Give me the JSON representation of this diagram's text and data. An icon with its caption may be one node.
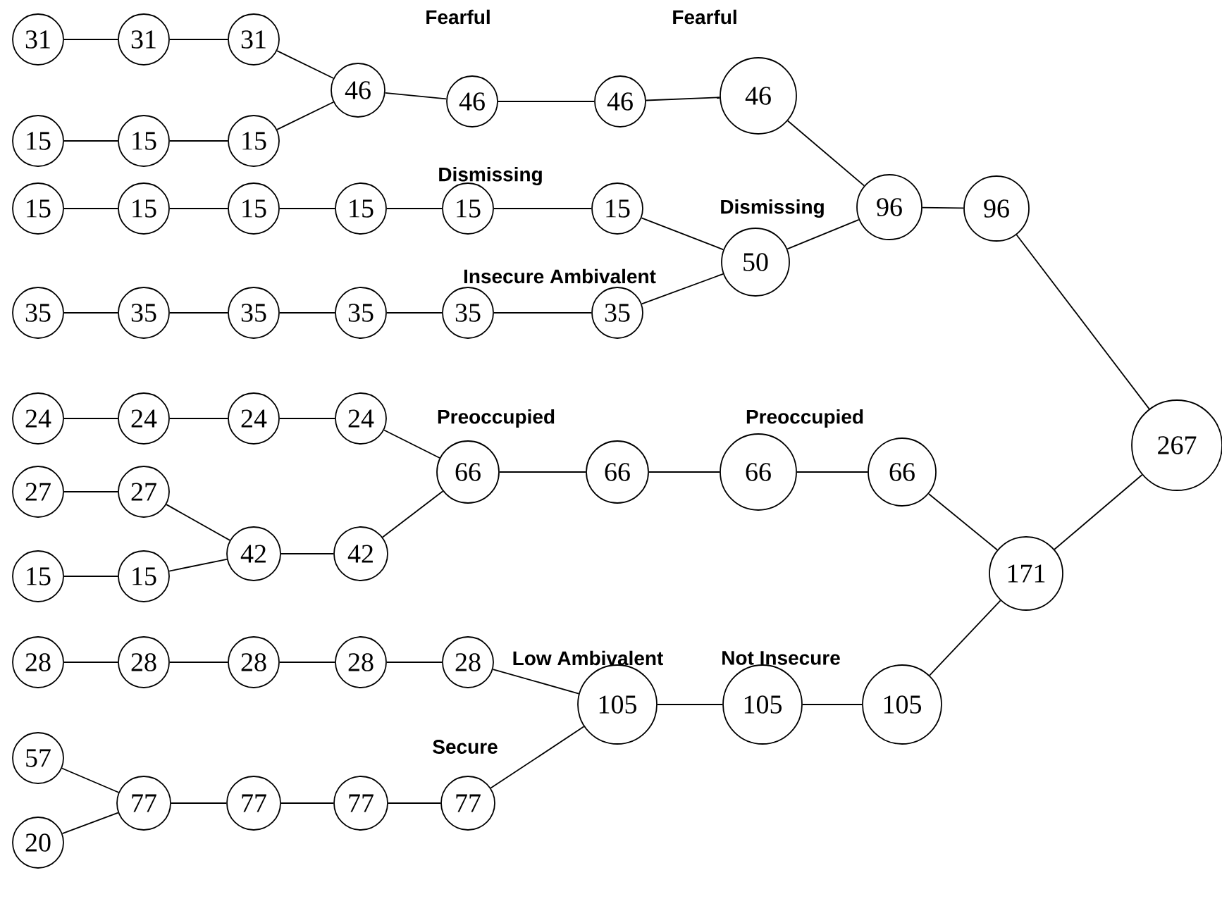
{
  "diagram": {
    "nodes": [
      {
        "text": [
          "31"
        ]
      },
      {
        "text": [
          "31"
        ]
      },
      {
        "text": [
          "31"
        ]
      },
      {
        "text": [
          "46"
        ]
      },
      {
        "text": [
          "46"
        ]
      },
      {
        "text": [
          "46"
        ]
      },
      {
        "text": [
          "46"
        ]
      },
      {
        "text": [
          "15"
        ]
      },
      {
        "text": [
          "15"
        ]
      },
      {
        "text": [
          "15"
        ]
      },
      {
        "text": [
          "96"
        ]
      },
      {
        "text": [
          "96"
        ]
      },
      {
        "text": [
          "15"
        ]
      },
      {
        "text": [
          "15"
        ]
      },
      {
        "text": [
          "15"
        ]
      },
      {
        "text": [
          "15"
        ]
      },
      {
        "text": [
          "15"
        ]
      },
      {
        "text": [
          "15"
        ]
      },
      {
        "text": [
          "50"
        ]
      },
      {
        "text": [
          "35"
        ]
      },
      {
        "text": [
          "35"
        ]
      },
      {
        "text": [
          "35"
        ]
      },
      {
        "text": [
          "35"
        ]
      },
      {
        "text": [
          "35"
        ]
      },
      {
        "text": [
          "35"
        ]
      },
      {
        "text": [
          "267"
        ]
      },
      {
        "text": [
          "24"
        ]
      },
      {
        "text": [
          "24"
        ]
      },
      {
        "text": [
          "24"
        ]
      },
      {
        "text": [
          "24"
        ]
      },
      {
        "text": [
          "66"
        ]
      },
      {
        "text": [
          "66"
        ]
      },
      {
        "text": [
          "66"
        ]
      },
      {
        "text": [
          "66"
        ]
      },
      {
        "text": [
          "27"
        ]
      },
      {
        "text": [
          "27"
        ]
      },
      {
        "text": [
          "42"
        ]
      },
      {
        "text": [
          "42"
        ]
      },
      {
        "text": [
          "171"
        ]
      },
      {
        "text": [
          "15"
        ]
      },
      {
        "text": [
          "15"
        ]
      },
      {
        "text": [
          "28"
        ]
      },
      {
        "text": [
          "28"
        ]
      },
      {
        "text": [
          "28"
        ]
      },
      {
        "text": [
          "28"
        ]
      },
      {
        "text": [
          "28"
        ]
      },
      {
        "text": [
          "105"
        ]
      },
      {
        "text": [
          "105"
        ]
      },
      {
        "text": [
          "105"
        ]
      },
      {
        "text": [
          "57"
        ]
      },
      {
        "text": [
          "77"
        ]
      },
      {
        "text": [
          "77"
        ]
      },
      {
        "text": [
          "77"
        ]
      },
      {
        "text": [
          "77"
        ]
      },
      {
        "text": [
          "20"
        ]
      }
    ],
    "edges": [
      {
        "from": 0,
        "to": 1,
        "arrow": "none"
      },
      {
        "from": 1,
        "to": 2,
        "arrow": "none"
      },
      {
        "from": 2,
        "to": 3,
        "arrow": "none"
      },
      {
        "from": 7,
        "to": 8,
        "arrow": "none"
      },
      {
        "from": 8,
        "to": 9,
        "arrow": "none"
      },
      {
        "from": 9,
        "to": 3,
        "arrow": "none"
      },
      {
        "from": 3,
        "to": 4,
        "arrow": "none"
      },
      {
        "from": 4,
        "to": 5,
        "arrow": "none"
      },
      {
        "from": 5,
        "to": 6,
        "arrow": "none"
      },
      {
        "from": 6,
        "to": 10,
        "arrow": "none"
      },
      {
        "from": 10,
        "to": 11,
        "arrow": "none"
      },
      {
        "from": 12,
        "to": 13,
        "arrow": "none"
      },
      {
        "from": 13,
        "to": 14,
        "arrow": "none"
      },
      {
        "from": 14,
        "to": 15,
        "arrow": "none"
      },
      {
        "from": 15,
        "to": 16,
        "arrow": "none"
      },
      {
        "from": 16,
        "to": 17,
        "arrow": "none"
      },
      {
        "from": 17,
        "to": 18,
        "arrow": "none"
      },
      {
        "from": 18,
        "to": 10,
        "arrow": "none"
      },
      {
        "from": 19,
        "to": 20,
        "arrow": "none"
      },
      {
        "from": 20,
        "to": 21,
        "arrow": "none"
      },
      {
        "from": 21,
        "to": 22,
        "arrow": "none"
      },
      {
        "from": 22,
        "to": 23,
        "arrow": "none"
      },
      {
        "from": 23,
        "to": 24,
        "arrow": "none"
      },
      {
        "from": 24,
        "to": 18,
        "arrow": "none"
      },
      {
        "from": 11,
        "to": 25,
        "arrow": "none"
      },
      {
        "from": 26,
        "to": 27,
        "arrow": "none"
      },
      {
        "from": 27,
        "to": 28,
        "arrow": "none"
      },
      {
        "from": 28,
        "to": 29,
        "arrow": "none"
      },
      {
        "from": 29,
        "to": 30,
        "arrow": "none"
      },
      {
        "from": 34,
        "to": 35,
        "arrow": "none"
      },
      {
        "from": 35,
        "to": 36,
        "arrow": "none"
      },
      {
        "from": 39,
        "to": 40,
        "arrow": "none"
      },
      {
        "from": 40,
        "to": 36,
        "arrow": "none"
      },
      {
        "from": 36,
        "to": 37,
        "arrow": "none"
      },
      {
        "from": 37,
        "to": 30,
        "arrow": "none"
      },
      {
        "from": 30,
        "to": 31,
        "arrow": "none"
      },
      {
        "from": 31,
        "to": 32,
        "arrow": "none"
      },
      {
        "from": 32,
        "to": 33,
        "arrow": "none"
      },
      {
        "from": 33,
        "to": 38,
        "arrow": "none"
      },
      {
        "from": 38,
        "to": 25,
        "arrow": "none"
      },
      {
        "from": 41,
        "to": 42,
        "arrow": "none"
      },
      {
        "from": 42,
        "to": 43,
        "arrow": "none"
      },
      {
        "from": 43,
        "to": 44,
        "arrow": "none"
      },
      {
        "from": 44,
        "to": 45,
        "arrow": "none"
      },
      {
        "from": 45,
        "to": 46,
        "arrow": "none"
      },
      {
        "from": 46,
        "to": 47,
        "arrow": "none"
      },
      {
        "from": 47,
        "to": 48,
        "arrow": "none"
      },
      {
        "from": 48,
        "to": 38,
        "arrow": "none"
      },
      {
        "from": 49,
        "to": 50,
        "arrow": "none"
      },
      {
        "from": 54,
        "to": 50,
        "arrow": "none"
      },
      {
        "from": 50,
        "to": 51,
        "arrow": "none"
      },
      {
        "from": 51,
        "to": 52,
        "arrow": "none"
      },
      {
        "from": 52,
        "to": 53,
        "arrow": "none"
      },
      {
        "from": 53,
        "to": 46,
        "arrow": "none"
      }
    ],
    "labels": [
      "Fearful",
      "Fearful",
      "Dismissing",
      "Dismissing",
      "Insecure Ambivalent",
      "Preoccupied",
      "Preoccupied",
      "Low Ambivalent",
      "Not Insecure",
      "Secure"
    ]
  }
}
